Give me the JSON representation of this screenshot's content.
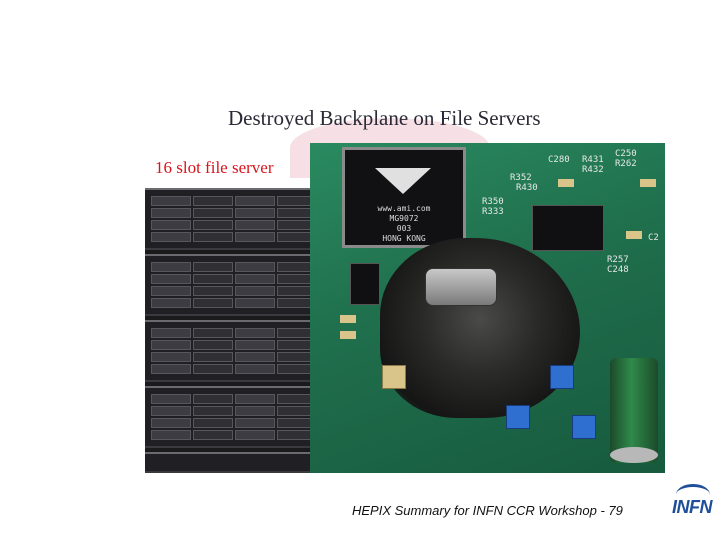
{
  "slide": {
    "title": "Destroyed Backplane on File Servers",
    "subtitle": "16 slot file server",
    "footer": "HEPIX Summary for INFN CCR Workshop - 79",
    "logo_text": "INFN",
    "chip_text": [
      "www.ami.com",
      "MG9072",
      "003",
      "HONG KONG"
    ],
    "board_labels": [
      "C280",
      "R431",
      "C250",
      "R262",
      "R432",
      "R352",
      "R430",
      "R350",
      "R333",
      "R257",
      "C248",
      "C2"
    ],
    "colors": {
      "subtitle": "#d8141c",
      "title": "#2a2a36",
      "logo": "#1f4e9a"
    }
  }
}
